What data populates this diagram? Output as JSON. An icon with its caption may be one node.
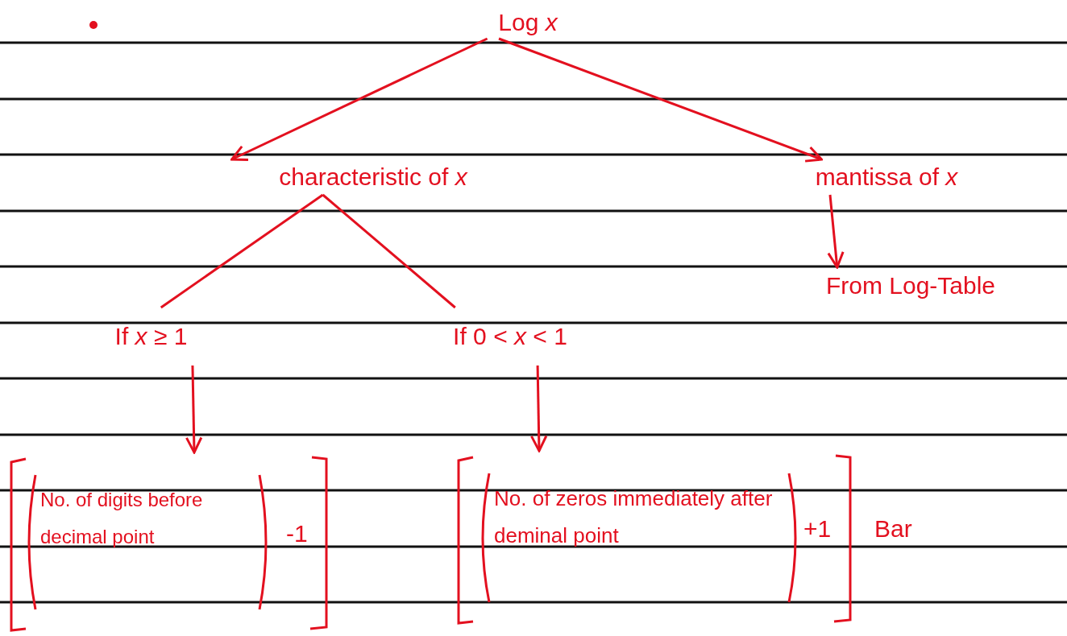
{
  "diagram": {
    "nodes": [
      {
        "text": [
          "Log *x*"
        ]
      },
      {
        "text": [
          "characteristic of *x*"
        ]
      },
      {
        "text": [
          "mantissa of *x*"
        ]
      },
      {
        "text": [
          "From Log-Table"
        ]
      },
      {
        "text": [
          "If *x* ≥ 1"
        ]
      },
      {
        "text": [
          "If 0 < *x* < 1"
        ]
      },
      {
        "text": [
          "No. of digits before decimal point",
          "-1"
        ]
      },
      {
        "text": [
          "No. of zeros immediately after deminal point",
          "+1"
        ],
        "beside": [
          "Bar"
        ]
      }
    ],
    "edges": [
      {
        "from": 0,
        "to": 1,
        "arrow": "to"
      },
      {
        "from": 0,
        "to": 2,
        "arrow": "to"
      },
      {
        "from": 2,
        "to": 3,
        "arrow": "to"
      },
      {
        "from": 1,
        "to": 4,
        "arrow": "none"
      },
      {
        "from": 1,
        "to": 5,
        "arrow": "none"
      },
      {
        "from": 4,
        "to": 6,
        "arrow": "to"
      },
      {
        "from": 5,
        "to": 7,
        "arrow": "to"
      }
    ]
  }
}
